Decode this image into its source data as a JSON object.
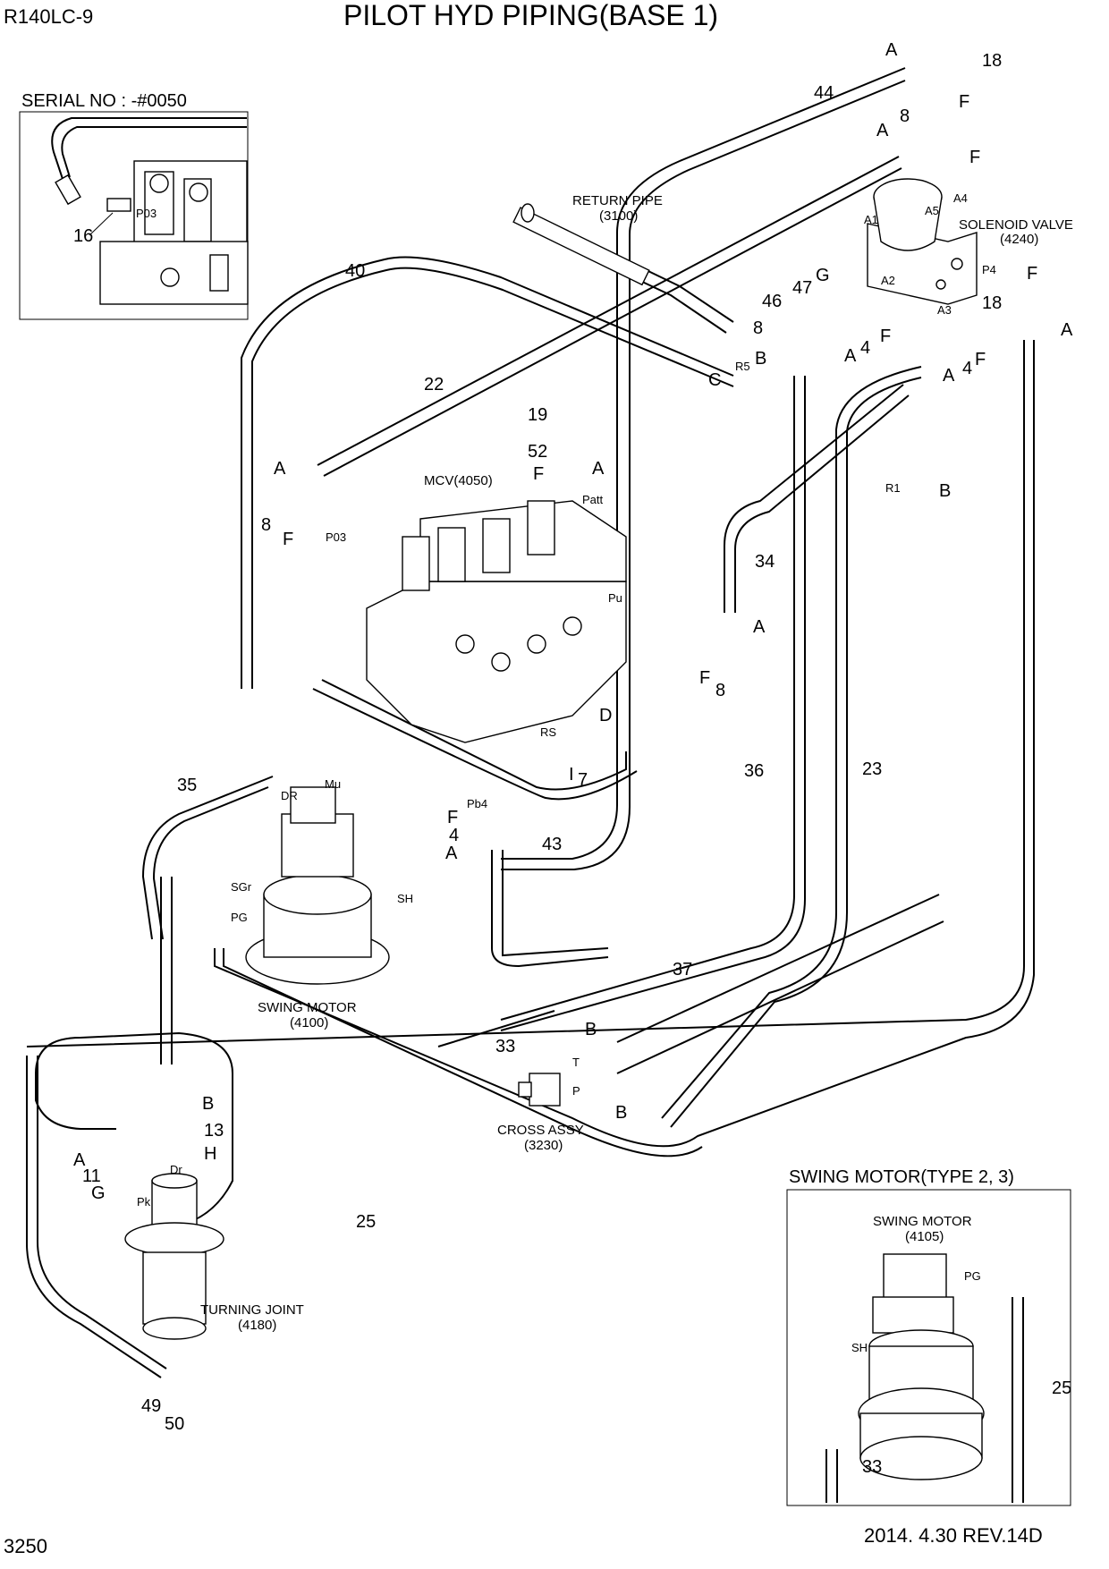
{
  "header": {
    "model": "R140LC-9",
    "title": "PILOT HYD PIPING(BASE 1)",
    "page_number": "3250",
    "revision": "2014. 4.30  REV.14D"
  },
  "inset_serial": {
    "title": "SERIAL NO : -#0050",
    "labels": {
      "p03": "P03",
      "item16": "16"
    }
  },
  "inset_swing": {
    "title": "SWING MOTOR(TYPE 2, 3)",
    "component_name": "SWING MOTOR",
    "component_code": "(4105)",
    "labels": {
      "pg": "PG",
      "sh": "SH",
      "item25": "25",
      "item33": "33"
    }
  },
  "components": {
    "return_pipe": {
      "name": "RETURN PIPE",
      "code": "(3100)"
    },
    "solenoid_valve": {
      "name": "SOLENOID VALVE",
      "code": "(4240)"
    },
    "mcv": {
      "name": "MCV(4050)"
    },
    "swing_motor": {
      "name": "SWING MOTOR",
      "code": "(4100)"
    },
    "cross_assy": {
      "name": "CROSS ASSY",
      "code": "(3230)"
    },
    "turning_joint": {
      "name": "TURNING JOINT",
      "code": "(4180)"
    }
  },
  "ports": {
    "a1": "A1",
    "a2": "A2",
    "a3": "A3",
    "a4": "A4",
    "a5": "A5",
    "p4": "P4",
    "r1": "R1",
    "r5": "R5",
    "p03": "P03",
    "patt": "Patt",
    "pu": "Pu",
    "rs": "RS",
    "pb4": "Pb4",
    "dr": "DR",
    "mu": "Mu",
    "sgr": "SGr",
    "pg": "PG",
    "sh": "SH",
    "t": "T",
    "p": "P",
    "dr2": "Dr",
    "pk": "Pk"
  },
  "callouts": {
    "n18a": "18",
    "n18b": "18",
    "n44": "44",
    "n8a": "8",
    "n8b": "8",
    "n8c": "8",
    "n8d": "8",
    "n46": "46",
    "n47": "47",
    "n4a": "4",
    "n4b": "4",
    "n4c": "4",
    "n40": "40",
    "n22": "22",
    "n19": "19",
    "n52": "52",
    "n34": "34",
    "n36": "36",
    "n23": "23",
    "n7": "7",
    "n43": "43",
    "n35": "35",
    "n33": "33",
    "n37": "37",
    "n13": "13",
    "n11": "11",
    "n25": "25",
    "n49": "49",
    "n50": "50",
    "A": "A",
    "B": "B",
    "C": "C",
    "D": "D",
    "F": "F",
    "G": "G",
    "H": "H",
    "I": "I"
  }
}
